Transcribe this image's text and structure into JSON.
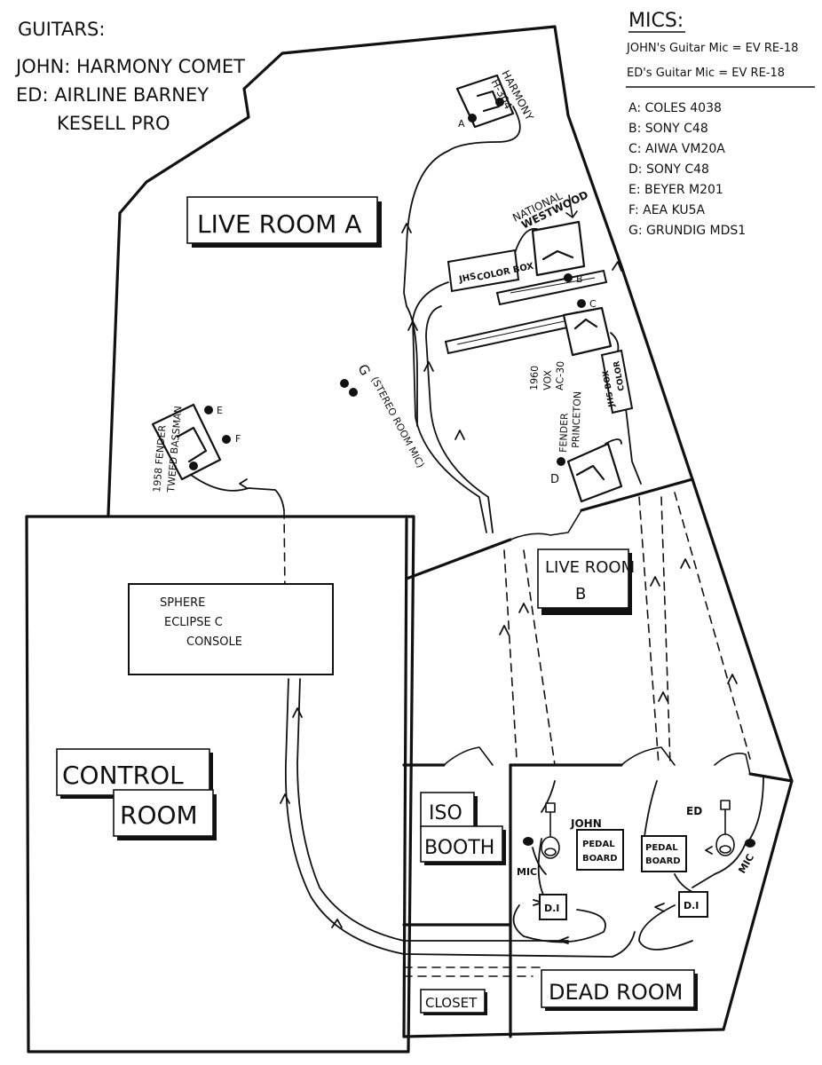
{
  "guitars": {
    "heading": "GUITARS:",
    "john": "JOHN: HARMONY COMET",
    "ed_line1": "ED: AIRLINE BARNEY",
    "ed_line2": "KESELL PRO"
  },
  "mics": {
    "heading": "MICS:",
    "john_guitar_mic": "JOHN's Guitar Mic = EV RE-18",
    "ed_guitar_mic": "ED's Guitar Mic = EV RE-18",
    "list": [
      "A: COLES 4038",
      "B: SONY C48",
      "C: AIWA VM20A",
      "D: SONY C48",
      "E: BEYER M201",
      "F: AEA KU5A",
      "G: GRUNDIG MDS1"
    ]
  },
  "rooms": {
    "live_room_a": "LIVE ROOM A",
    "live_room_b_line1": "LIVE ROOM",
    "live_room_b_line2": "B",
    "control_room_line1": "CONTROL",
    "control_room_line2": "ROOM",
    "iso_booth_line1": "ISO",
    "iso_booth_line2": "BOOTH",
    "dead_room": "DEAD ROOM",
    "closet": "CLOSET"
  },
  "console": {
    "line1": "SPHERE",
    "line2": "ECLIPSE C",
    "line3": "CONSOLE"
  },
  "amps": {
    "harmony_line1": "HARMONY",
    "harmony_line2": "H-304",
    "national_line1": "NATIONAL",
    "national_line2": "WESTWOOD",
    "vox_line1": "1960",
    "vox_line2": "VOX",
    "vox_line3": "AC-30",
    "fender_princeton_line1": "FENDER",
    "fender_princeton_line2": "PRINCETON",
    "bassman_line1": "1958 FENDER",
    "bassman_line2": "TWEED BASSMAN"
  },
  "effects": {
    "jhs_color_box_line1": "JHS",
    "jhs_color_box_line2": "COLOR BOX",
    "jhs_color_box_2_line1": "JHS BOX",
    "jhs_color_box_2_line2": "COLOR"
  },
  "mic_positions": {
    "a": "A",
    "b": "B",
    "c": "C",
    "d": "D",
    "e": "E",
    "f": "F",
    "g": "G",
    "g_note": "(STEREO ROOM MIC)"
  },
  "players": {
    "john": "JOHN",
    "ed": "ED",
    "pedal_board_line1": "PEDAL",
    "pedal_board_line2": "BOARD",
    "di": "D.I",
    "mic": "MIC"
  }
}
